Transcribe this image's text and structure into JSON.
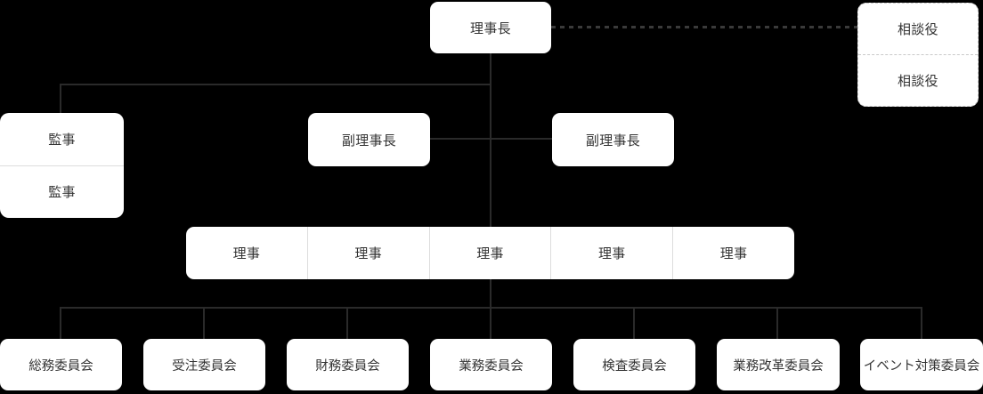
{
  "colors": {
    "background": "#000000",
    "line": "#2a2a2a",
    "dashed_line": "#3a3a3a",
    "box_bg": "#ffffff",
    "text": "#333333",
    "divider": "#dddddd",
    "dashed_border": "#c9c9c9"
  },
  "org": {
    "chairman": {
      "label": "理事長"
    },
    "advisors": [
      {
        "label": "相談役"
      },
      {
        "label": "相談役"
      }
    ],
    "auditors": [
      {
        "label": "監事"
      },
      {
        "label": "監事"
      }
    ],
    "vice_chairmen": [
      {
        "label": "副理事長"
      },
      {
        "label": "副理事長"
      }
    ],
    "directors": [
      {
        "label": "理事"
      },
      {
        "label": "理事"
      },
      {
        "label": "理事"
      },
      {
        "label": "理事"
      },
      {
        "label": "理事"
      }
    ],
    "committees": [
      {
        "label": "総務委員会"
      },
      {
        "label": "受注委員会"
      },
      {
        "label": "財務委員会"
      },
      {
        "label": "業務委員会"
      },
      {
        "label": "検査委員会"
      },
      {
        "label": "業務改革委員会"
      },
      {
        "label": "イベント対策委員会"
      }
    ]
  }
}
